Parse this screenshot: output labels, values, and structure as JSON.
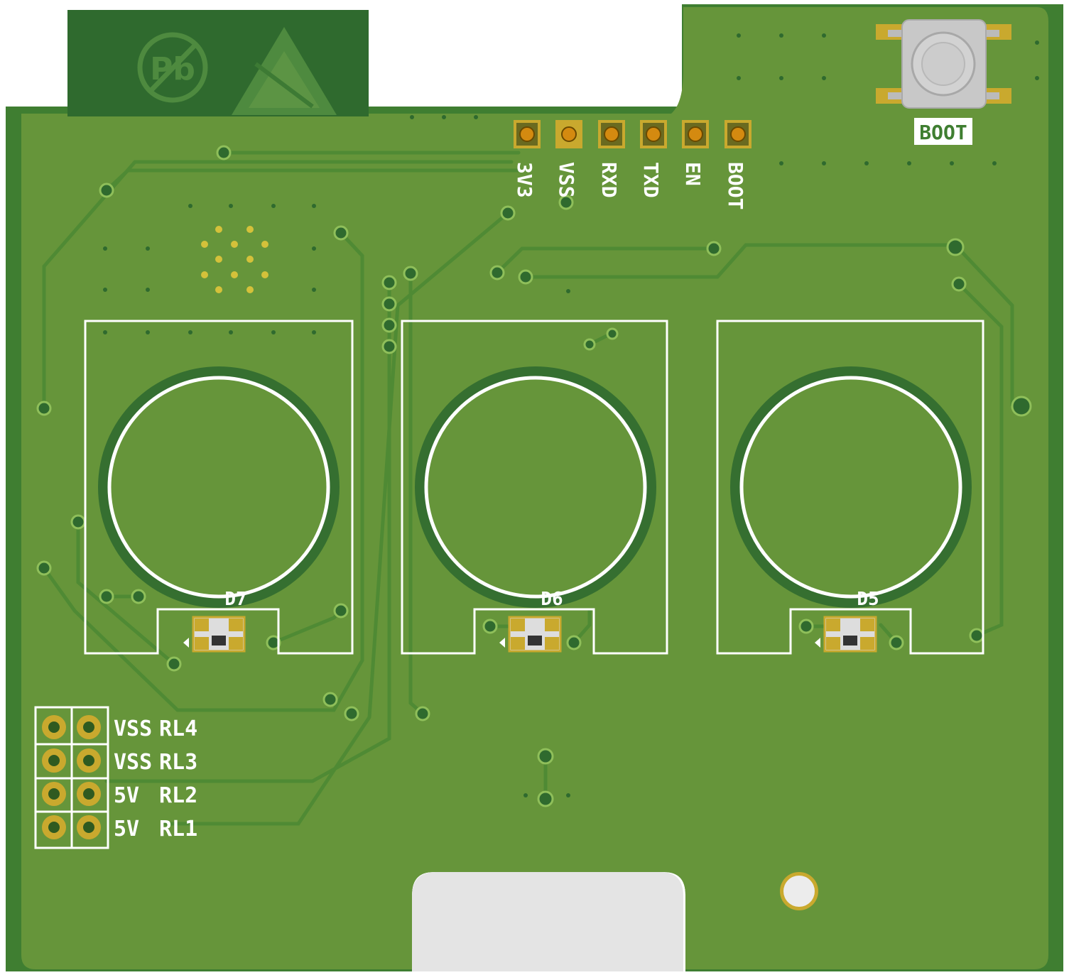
{
  "colors": {
    "background": "#ffffff",
    "board_edge": "#3f7e31",
    "board": "#66953a",
    "copper_plane": "#2f6a2e",
    "trace": "#4f8a34",
    "silkscreen": "#ffffff",
    "pad_gold": "#c9a92e",
    "pad_orange": "#d48a10",
    "button_body": "#c8c8c8"
  },
  "header": {
    "pins": [
      {
        "label": "3V3"
      },
      {
        "label": "VSS"
      },
      {
        "label": "RXD"
      },
      {
        "label": "TXD"
      },
      {
        "label": "EN"
      },
      {
        "label": "BOOT"
      }
    ]
  },
  "boot_button": {
    "label": "BOOT"
  },
  "leds": [
    {
      "designator": "D7"
    },
    {
      "designator": "D6"
    },
    {
      "designator": "D5"
    }
  ],
  "relay_header": {
    "rows": [
      {
        "left": "VSS",
        "right": "RL4"
      },
      {
        "left": "VSS",
        "right": "RL3"
      },
      {
        "left": "5V",
        "right": "RL2"
      },
      {
        "left": "5V",
        "right": "RL1"
      }
    ]
  },
  "icons": {
    "lead_free": "lead-free-pb-icon",
    "esd": "esd-warning-icon"
  }
}
